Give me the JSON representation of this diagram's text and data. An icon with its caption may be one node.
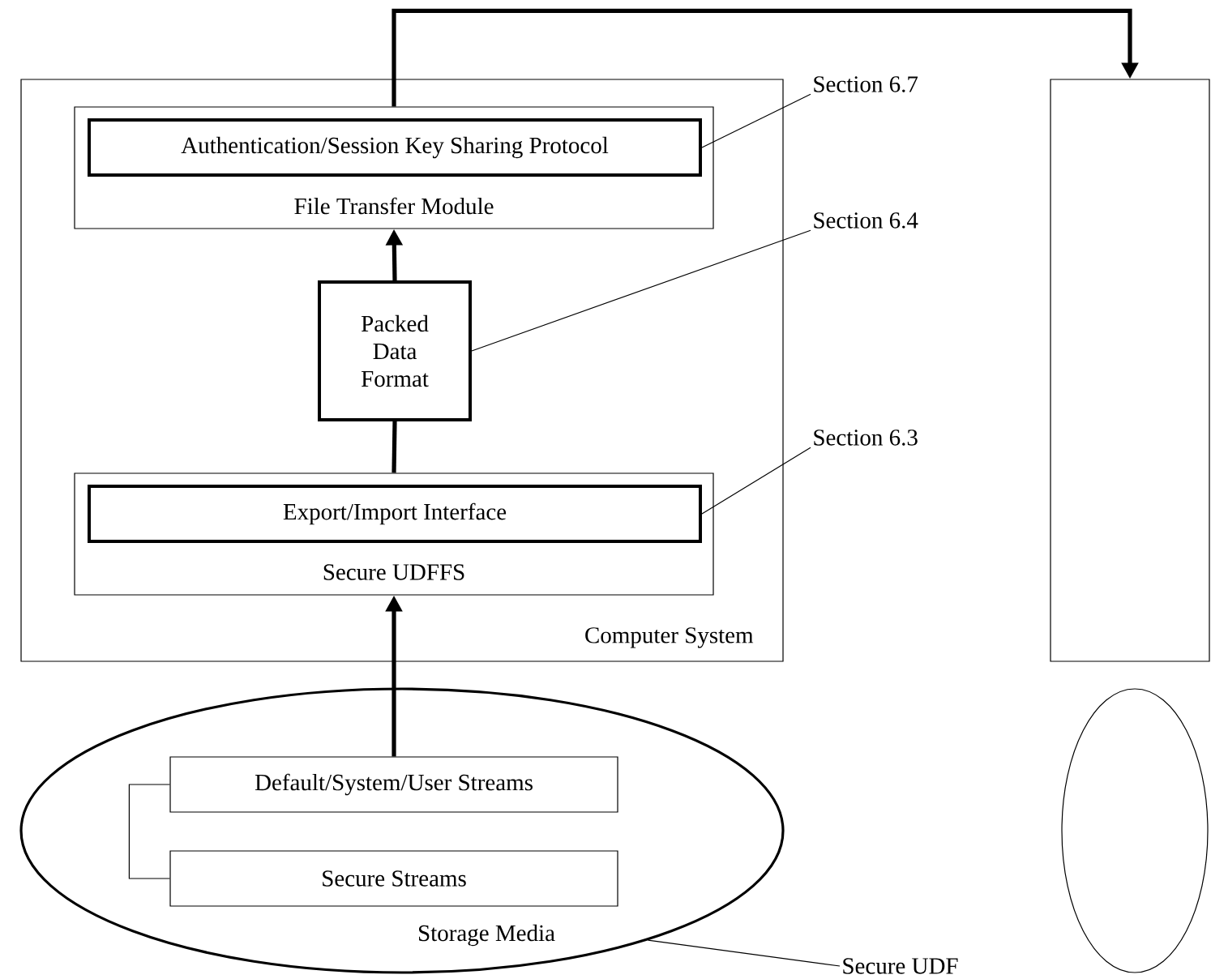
{
  "diagram": {
    "nodes": [
      {
        "text": [
          "Computer System"
        ]
      },
      {
        "text": [
          "File Transfer Module"
        ],
        "in": 0
      },
      {
        "text": [
          "Authentication/Session Key Sharing Protocol"
        ],
        "in": 1
      },
      {
        "text": [
          "Packed Data Format"
        ],
        "in": 0
      },
      {
        "text": [
          "Secure UDFFS"
        ],
        "in": 0
      },
      {
        "text": [
          "Export/Import Interface"
        ],
        "in": 4
      },
      {
        "text": [
          "Storage Media"
        ]
      },
      {
        "text": [
          "Default/System/User Streams"
        ],
        "in": 6
      },
      {
        "text": [
          "Secure Streams"
        ],
        "in": 6
      },
      {
        "text": [],
        "shape": "box"
      },
      {
        "text": [],
        "shape": "circle"
      },
      {
        "text": [
          "Section 6.7"
        ]
      },
      {
        "text": [
          "Section 6.4"
        ]
      },
      {
        "text": [
          "Section 6.3"
        ]
      },
      {
        "text": [
          "Secure UDF"
        ]
      }
    ],
    "edges": [
      {
        "from": 1,
        "to": 9,
        "arrow": "to",
        "style": "thick"
      },
      {
        "from": 3,
        "to": 1,
        "arrow": "to",
        "style": "thick"
      },
      {
        "from": 4,
        "to": 3,
        "arrow": "none",
        "style": "thick"
      },
      {
        "from": 7,
        "to": 4,
        "arrow": "to",
        "style": "thick"
      },
      {
        "from": 7,
        "to": 8,
        "arrow": "none"
      },
      {
        "from": 11,
        "to": 2,
        "arrow": "none"
      },
      {
        "from": 12,
        "to": 3,
        "arrow": "none"
      },
      {
        "from": 13,
        "to": 5,
        "arrow": "none"
      },
      {
        "from": 14,
        "to": 6,
        "arrow": "none"
      }
    ]
  }
}
